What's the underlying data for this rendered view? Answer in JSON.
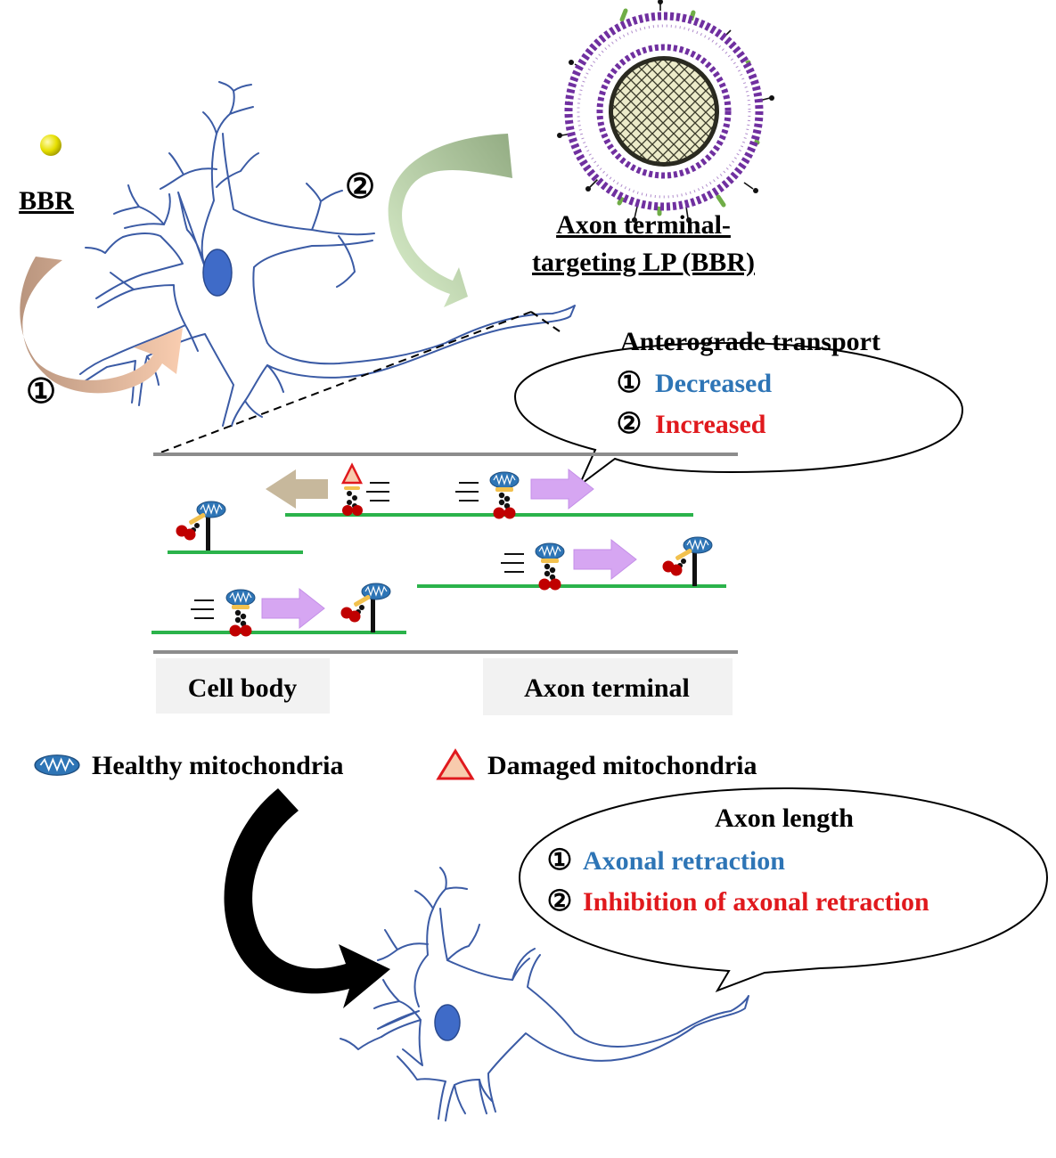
{
  "labels": {
    "bbr": "BBR",
    "step1": "①",
    "step2": "②",
    "lp_line1": "Axon terminal-",
    "lp_line2": "targeting LP (BBR)",
    "cell_body": "Cell body",
    "axon_terminal": "Axon terminal"
  },
  "bubble_transport": {
    "title": "Anterograde transport",
    "item1_num": "①",
    "item1_text": "Decreased",
    "item2_num": "②",
    "item2_text": "Increased"
  },
  "legend": {
    "healthy": "Healthy mitochondria",
    "damaged": "Damaged mitochondria"
  },
  "bubble_length": {
    "title": "Axon length",
    "item1_num": "①",
    "item1_text": "Axonal retraction",
    "item2_num": "②",
    "item2_text": "Inhibition of axonal retraction"
  },
  "colors": {
    "neuron": "#3b5ba5",
    "nucleus": "#3f6bc8",
    "blue_text": "#2e75b6",
    "red_text": "#e0191d",
    "microtubule": "#2bb34b",
    "mito": "#2e75b6",
    "motor": "#c00000",
    "adaptor": "#f2c14e",
    "purple_arrow": "#d6a6f2",
    "tan_arrow": "#c7b89c",
    "lp_purple": "#7030a0",
    "lp_green": "#70ad47"
  },
  "icons": [
    "bbr-particle-icon",
    "liposome-icon",
    "neuron-icon",
    "healthy-mitochondria-icon",
    "damaged-mitochondria-icon",
    "motor-protein-icon"
  ]
}
